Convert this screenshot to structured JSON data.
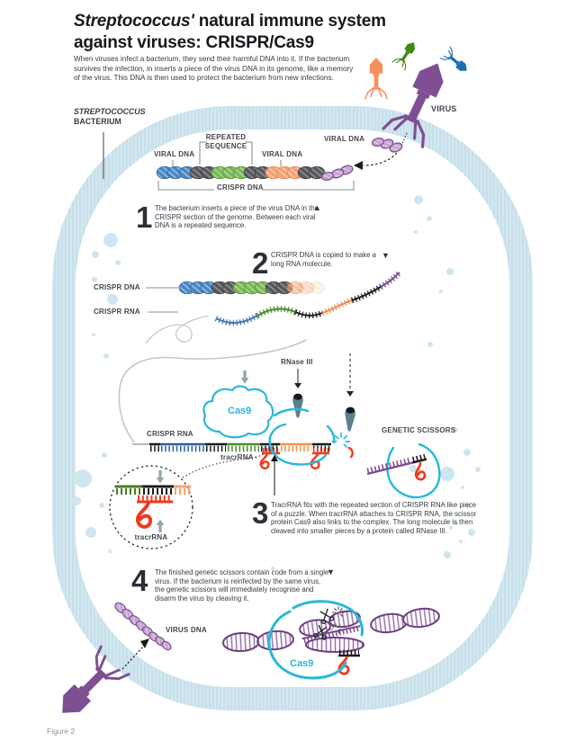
{
  "title": {
    "species": "Streptococcus'",
    "line1_rest": " natural immune system",
    "line2": "against viruses: CRISPR/Cas9"
  },
  "intro": "When viruses infect a bacterium, they send their harmful DNA into it. If the bacterium survives the infection, in inserts a piece of the virus DNA in its genome, like a memory of the virus. This DNA is then used to protect the bacterium from new infections.",
  "labels": {
    "bacterium_line1": "STREPTOCOCCUS",
    "bacterium_line2": "BACTERIUM",
    "virus": "VIRUS",
    "viral_dna": "VIRAL DNA",
    "repeated_sequence": "REPEATED SEQUENCE",
    "crispr_dna": "CRISPR DNA",
    "crispr_rna": "CRISPR RNA",
    "rnase": "RNase III",
    "cas9": "Cas9",
    "genetic_scissors": "GENETIC SCISSORS",
    "tracr_rna": "tracrRNA",
    "virus_dna": "VIRUS DNA"
  },
  "icons": {
    "up_triangle": "▲",
    "down_triangle": "▼"
  },
  "steps": [
    {
      "num": "1",
      "text": "The bacterium inserts a piece of the virus DNA in the CRISPR section of the genome. Between each viral DNA is a repeated sequence."
    },
    {
      "num": "2",
      "text": "CRISPR DNA is copied to make a long RNA molecule."
    },
    {
      "num": "3",
      "text": "TracrRNA fits with the repeated section of CRISPR RNA like piece of a puzzle. When tracrRNA attaches to CRISPR RNA, the scissor protein Cas9 also links to the complex. The long molecule is then cleaved into smaller pieces by a protein called RNase III."
    },
    {
      "num": "4",
      "text": "The finished genetic scissors contain code from a single virus. If the bacterium is reinfected by the same virus, the genetic scissors will immediately recognise and disarm the virus by cleaving it."
    }
  ],
  "figure_caption": "Figure 2",
  "colors": {
    "membrane": "#d3e7f0",
    "cyan_accent": "#29b8d8",
    "red_tracr": "#f03a20",
    "purple_virus": "#7e4f92",
    "blue_dna": "#4a86c6",
    "green_dna": "#79b857",
    "orange_dna": "#f5a171",
    "gray_dna": "#57585c",
    "text_dark": "#363c43"
  }
}
